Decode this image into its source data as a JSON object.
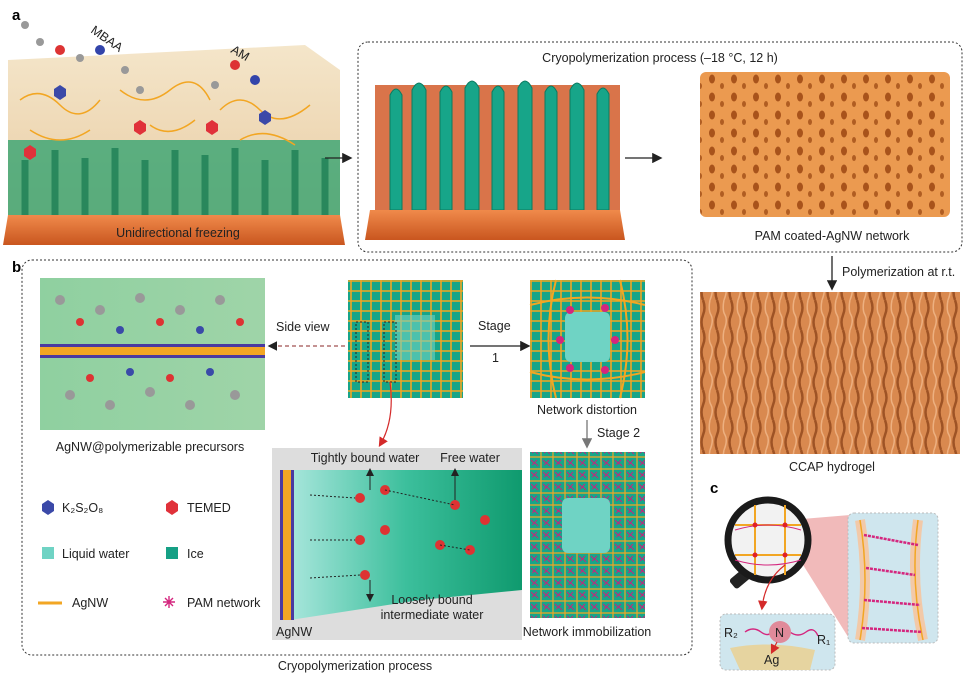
{
  "panels": {
    "a": {
      "letter": "a",
      "mbaa": "MBAA",
      "am": "AM",
      "base_label": "Unidirectional freezing",
      "process_title": "Cryopolymerization process (–18 °C, 12 h)",
      "network_label": "PAM coated-AgNW network",
      "polymerization_label": "Polymerization at r.t.",
      "hydrogel_label": "CCAP hydrogel"
    },
    "b": {
      "letter": "b",
      "precursor_label": "AgNW@polymerizable precursors",
      "side_view": "Side view",
      "stage1_line1": "Stage",
      "stage1_line2": "1",
      "stage2": "Stage 2",
      "distortion_label": "Network distortion",
      "immobilization_label": "Network immobilization",
      "tightly_bound": "Tightly bound water",
      "free_water": "Free water",
      "loosely_line1": "Loosely bound",
      "loosely_line2": "intermediate water",
      "agnw_side": "AgNW",
      "box_caption": "Cryopolymerization process",
      "legend": [
        {
          "label": "K₂S₂O₈",
          "icon": "blue-hexagon",
          "color": "#3b49a8"
        },
        {
          "label": "TEMED",
          "icon": "red-hexagon",
          "color": "#e0313a"
        },
        {
          "label": "Liquid water",
          "icon": "light-teal-square",
          "color": "#6fd3c4"
        },
        {
          "label": "Ice",
          "icon": "teal-square",
          "color": "#16a085"
        },
        {
          "label": "AgNW",
          "icon": "orange-line",
          "color": "#f2a623"
        },
        {
          "label": "PAM network",
          "icon": "pink-network",
          "color": "#d4267e"
        }
      ]
    },
    "c": {
      "letter": "c",
      "r2": "R₂",
      "n": "N",
      "r1": "R₁",
      "ag": "Ag"
    }
  },
  "colors": {
    "ice": "#16a085",
    "copper": "#e8783a",
    "sponge": "#e9954a",
    "agnw": "#f2a623",
    "pam": "#d4267e"
  }
}
